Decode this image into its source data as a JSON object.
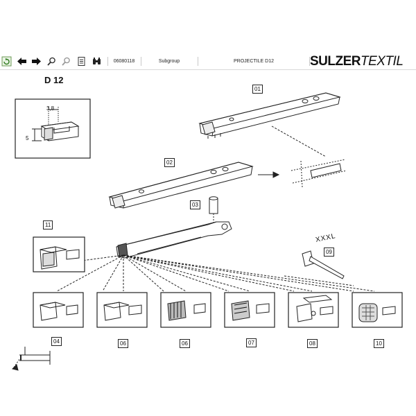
{
  "toolbar": {
    "part_number": "06080118",
    "subgroup_label": "Subgroup",
    "title": "PROJECTILE D12",
    "brand_bold": "SULZER",
    "brand_light": "TEXTIL",
    "buttons": [
      {
        "icon": "refresh-icon"
      },
      {
        "icon": "arrow-left-icon"
      },
      {
        "icon": "arrow-right-icon"
      },
      {
        "icon": "zoom-in-icon"
      },
      {
        "icon": "zoom-out-icon"
      },
      {
        "icon": "list-icon"
      },
      {
        "icon": "binoculars-icon"
      }
    ]
  },
  "drawing": {
    "title": "D 12",
    "inset_dim_width": "3,8",
    "inset_dim_height": "5",
    "engraving": "XXXL",
    "callouts": {
      "c01": "01",
      "c02": "02",
      "c03": "03",
      "c11": "11",
      "c09": "09",
      "c04": "04",
      "c06a": "06",
      "c06b": "06",
      "c07": "07",
      "c08": "08",
      "c10": "10"
    }
  }
}
